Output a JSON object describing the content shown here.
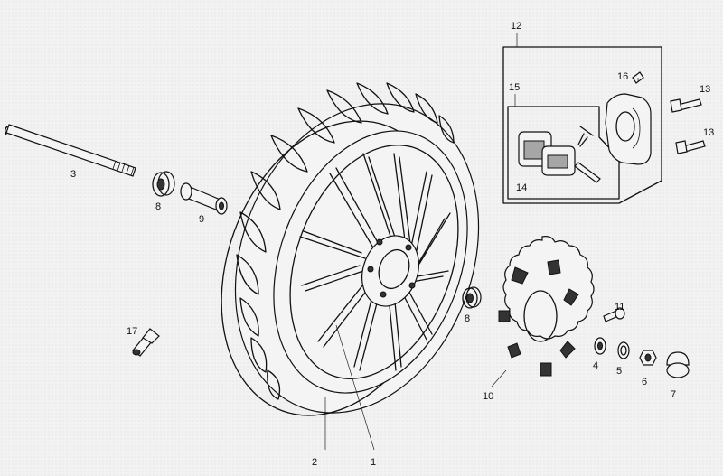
{
  "diagram": {
    "callouts": [
      {
        "id": "c1",
        "text": "1"
      },
      {
        "id": "c2",
        "text": "2"
      },
      {
        "id": "c3",
        "text": "3"
      },
      {
        "id": "c4",
        "text": "4"
      },
      {
        "id": "c5",
        "text": "5"
      },
      {
        "id": "c6",
        "text": "6"
      },
      {
        "id": "c7",
        "text": "7"
      },
      {
        "id": "c8a",
        "text": "8"
      },
      {
        "id": "c8b",
        "text": "8"
      },
      {
        "id": "c9",
        "text": "9"
      },
      {
        "id": "c10",
        "text": "10"
      },
      {
        "id": "c11",
        "text": "11"
      },
      {
        "id": "c12",
        "text": "12"
      },
      {
        "id": "c13a",
        "text": "13"
      },
      {
        "id": "c13b",
        "text": "13"
      },
      {
        "id": "c14",
        "text": "14"
      },
      {
        "id": "c15",
        "text": "15"
      },
      {
        "id": "c16",
        "text": "16"
      },
      {
        "id": "c17",
        "text": "17"
      }
    ]
  }
}
